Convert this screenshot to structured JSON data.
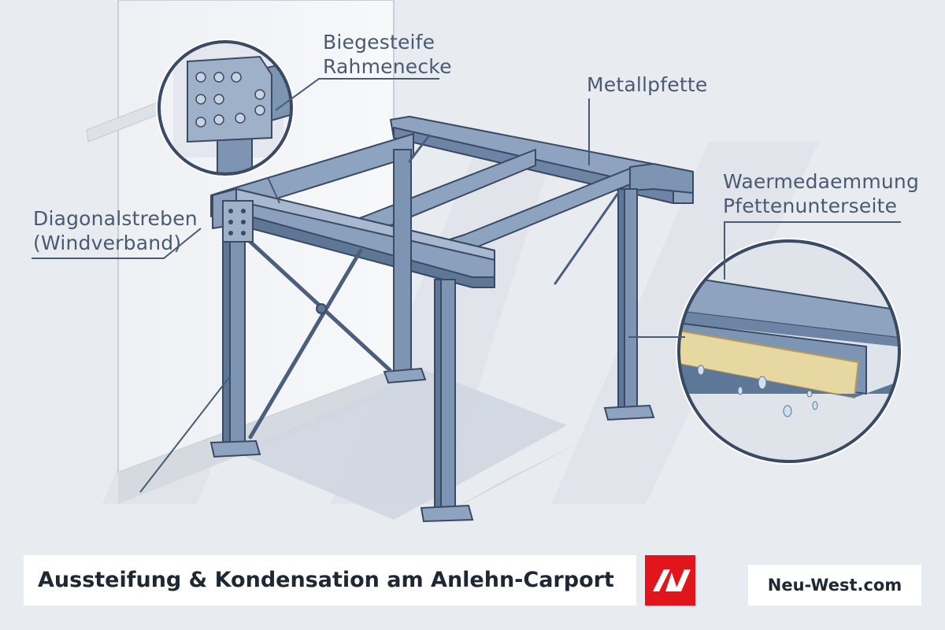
{
  "labels": {
    "frame_corner": [
      "Biegesteife",
      "Rahmenecke"
    ],
    "purlin": "Metallpfette",
    "bracing": [
      "Diagonalstreben",
      "(Windverband)"
    ],
    "insulation": [
      "Waermedaemmung",
      "Pfettenunterseite"
    ]
  },
  "footer": {
    "title": "Aussteifung & Kondensation am Anlehn-Carport",
    "logo": "NW-logo",
    "site": "Neu-West.com"
  },
  "colors": {
    "steel": "#7d95b3",
    "steel_dark": "#4b5f7c",
    "outline": "#3a4a63",
    "insulation": "#e7d7a0",
    "logo_red": "#e3151c"
  }
}
